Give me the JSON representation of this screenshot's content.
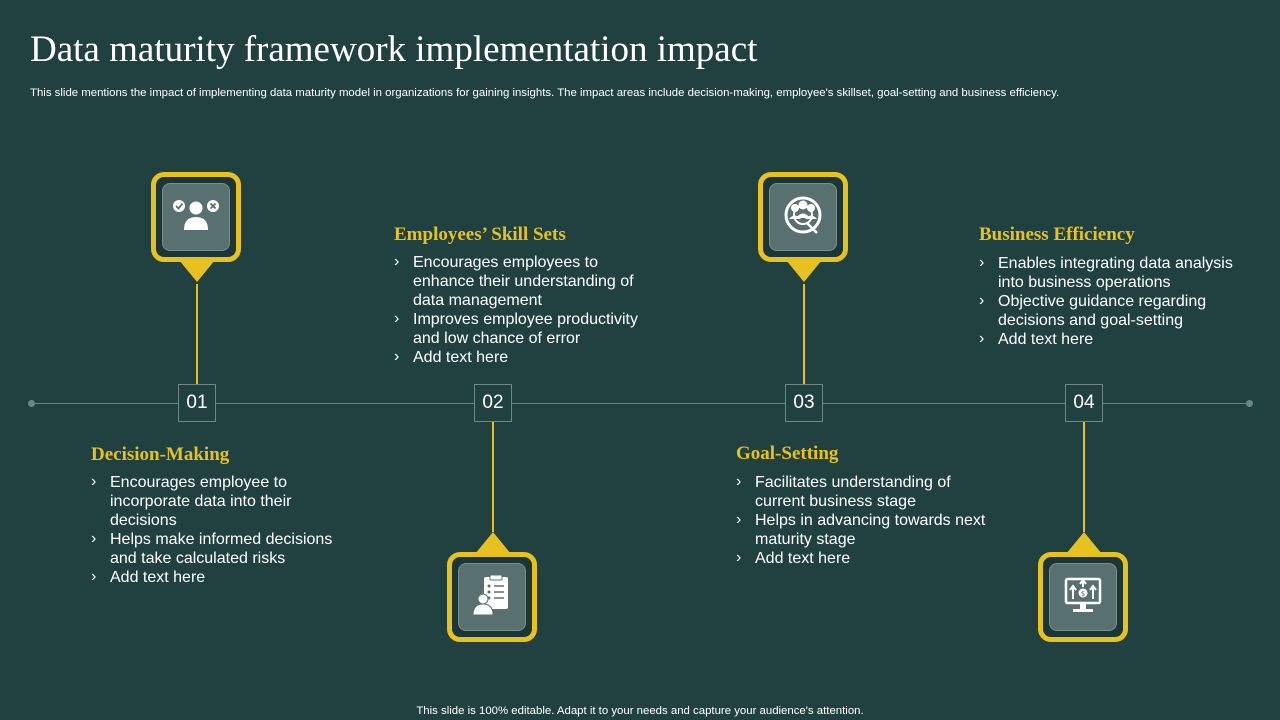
{
  "slide": {
    "title": "Data maturity framework implementation impact",
    "subtitle": "This slide mentions the impact of implementing data maturity model in organizations for gaining insights. The impact areas include decision-making, employee's skillset, goal-setting and business efficiency.",
    "footer": "This slide is 100% editable. Adapt it to your needs and capture your audience's attention."
  },
  "colors": {
    "background": "#214141",
    "accent": "#e7c11f",
    "timeline": "#6b8584",
    "icon_tile": "#58706f"
  },
  "steps": [
    {
      "number": "01",
      "heading": "Decision-Making",
      "icon": "people-approve-reject-icon",
      "bullets": [
        "Encourages employee to incorporate data into their decisions",
        "Helps make informed decisions and take calculated risks",
        "Add text here"
      ]
    },
    {
      "number": "02",
      "heading": "Employees’ Skill Sets",
      "icon": "employee-checklist-icon",
      "bullets": [
        "Encourages employees to enhance their understanding of data management",
        "Improves employee productivity and low chance of error",
        "Add text here"
      ]
    },
    {
      "number": "03",
      "heading": "Goal-Setting",
      "icon": "team-target-icon",
      "bullets": [
        "Facilitates understanding of current business stage",
        "Helps in advancing towards next maturity stage",
        "Add text here"
      ]
    },
    {
      "number": "04",
      "heading": "Business Efficiency",
      "icon": "monitor-growth-dollar-icon",
      "bullets": [
        "Enables integrating data analysis into business operations",
        "Objective guidance regarding decisions and goal-setting",
        "Add text here"
      ]
    }
  ]
}
